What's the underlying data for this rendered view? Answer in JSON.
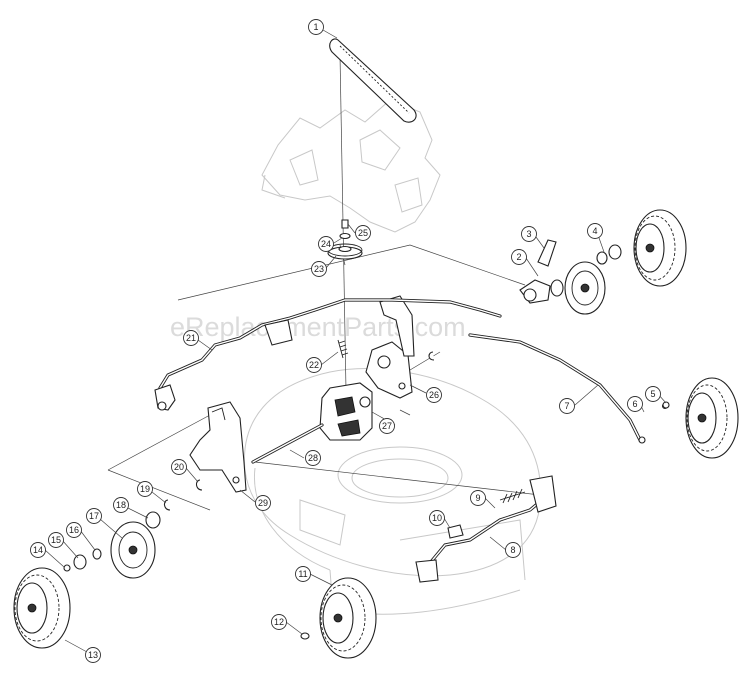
{
  "watermark": "eReplacementParts.com",
  "callouts": [
    {
      "id": "callout-1",
      "label": "1"
    },
    {
      "id": "callout-2",
      "label": "2"
    },
    {
      "id": "callout-3",
      "label": "3"
    },
    {
      "id": "callout-4",
      "label": "4"
    },
    {
      "id": "callout-5",
      "label": "5"
    },
    {
      "id": "callout-6",
      "label": "6"
    },
    {
      "id": "callout-7",
      "label": "7"
    },
    {
      "id": "callout-8",
      "label": "8"
    },
    {
      "id": "callout-9",
      "label": "9"
    },
    {
      "id": "callout-10",
      "label": "10"
    },
    {
      "id": "callout-11",
      "label": "11"
    },
    {
      "id": "callout-12",
      "label": "12"
    },
    {
      "id": "callout-13",
      "label": "13"
    },
    {
      "id": "callout-14",
      "label": "14"
    },
    {
      "id": "callout-15",
      "label": "15"
    },
    {
      "id": "callout-16",
      "label": "16"
    },
    {
      "id": "callout-17",
      "label": "17"
    },
    {
      "id": "callout-18",
      "label": "18"
    },
    {
      "id": "callout-19",
      "label": "19"
    },
    {
      "id": "callout-20",
      "label": "20"
    },
    {
      "id": "callout-21",
      "label": "21"
    },
    {
      "id": "callout-22",
      "label": "22"
    },
    {
      "id": "callout-23",
      "label": "23"
    },
    {
      "id": "callout-24",
      "label": "24"
    },
    {
      "id": "callout-25",
      "label": "25"
    },
    {
      "id": "callout-26",
      "label": "26"
    },
    {
      "id": "callout-27",
      "label": "27"
    },
    {
      "id": "callout-28",
      "label": "28"
    },
    {
      "id": "callout-29",
      "label": "29"
    }
  ]
}
